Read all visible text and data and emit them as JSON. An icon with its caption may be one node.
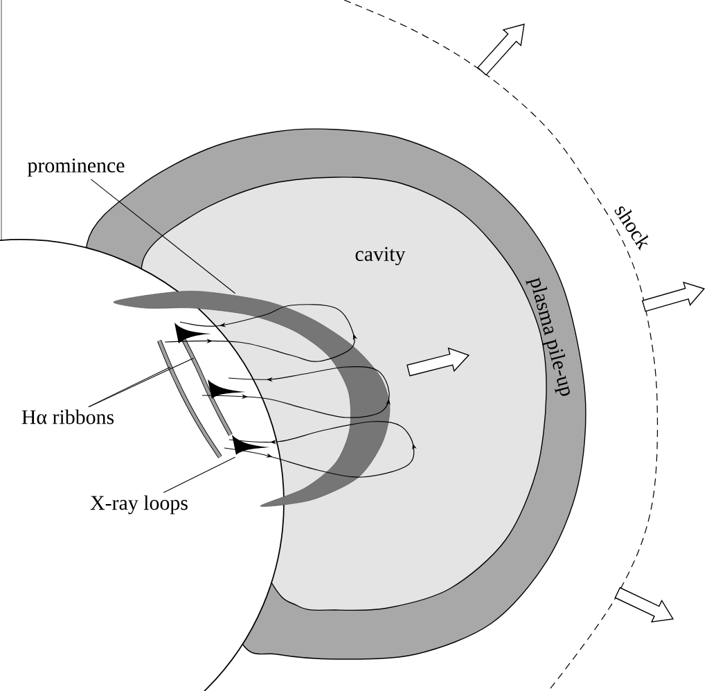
{
  "diagram": {
    "nodes": [
      {
        "text": [
          "prominence"
        ]
      },
      {
        "text": [],
        "shape": "crescent"
      },
      {
        "text": [
          "Hα ribbons"
        ]
      },
      {
        "text": [],
        "shape": "bar"
      },
      {
        "text": [],
        "shape": "bar"
      },
      {
        "text": [
          "X-ray loops"
        ]
      },
      {
        "text": [],
        "shape": "loop"
      }
    ],
    "edges": [
      {
        "from": 0,
        "to": 1,
        "arrow": "none"
      },
      {
        "from": 2,
        "to": 3,
        "arrow": "none"
      },
      {
        "from": 2,
        "to": 4,
        "arrow": "none"
      },
      {
        "from": 5,
        "to": 6,
        "arrow": "none"
      }
    ],
    "labels": [
      "cavity",
      "plasma pile-up",
      "shock"
    ]
  }
}
